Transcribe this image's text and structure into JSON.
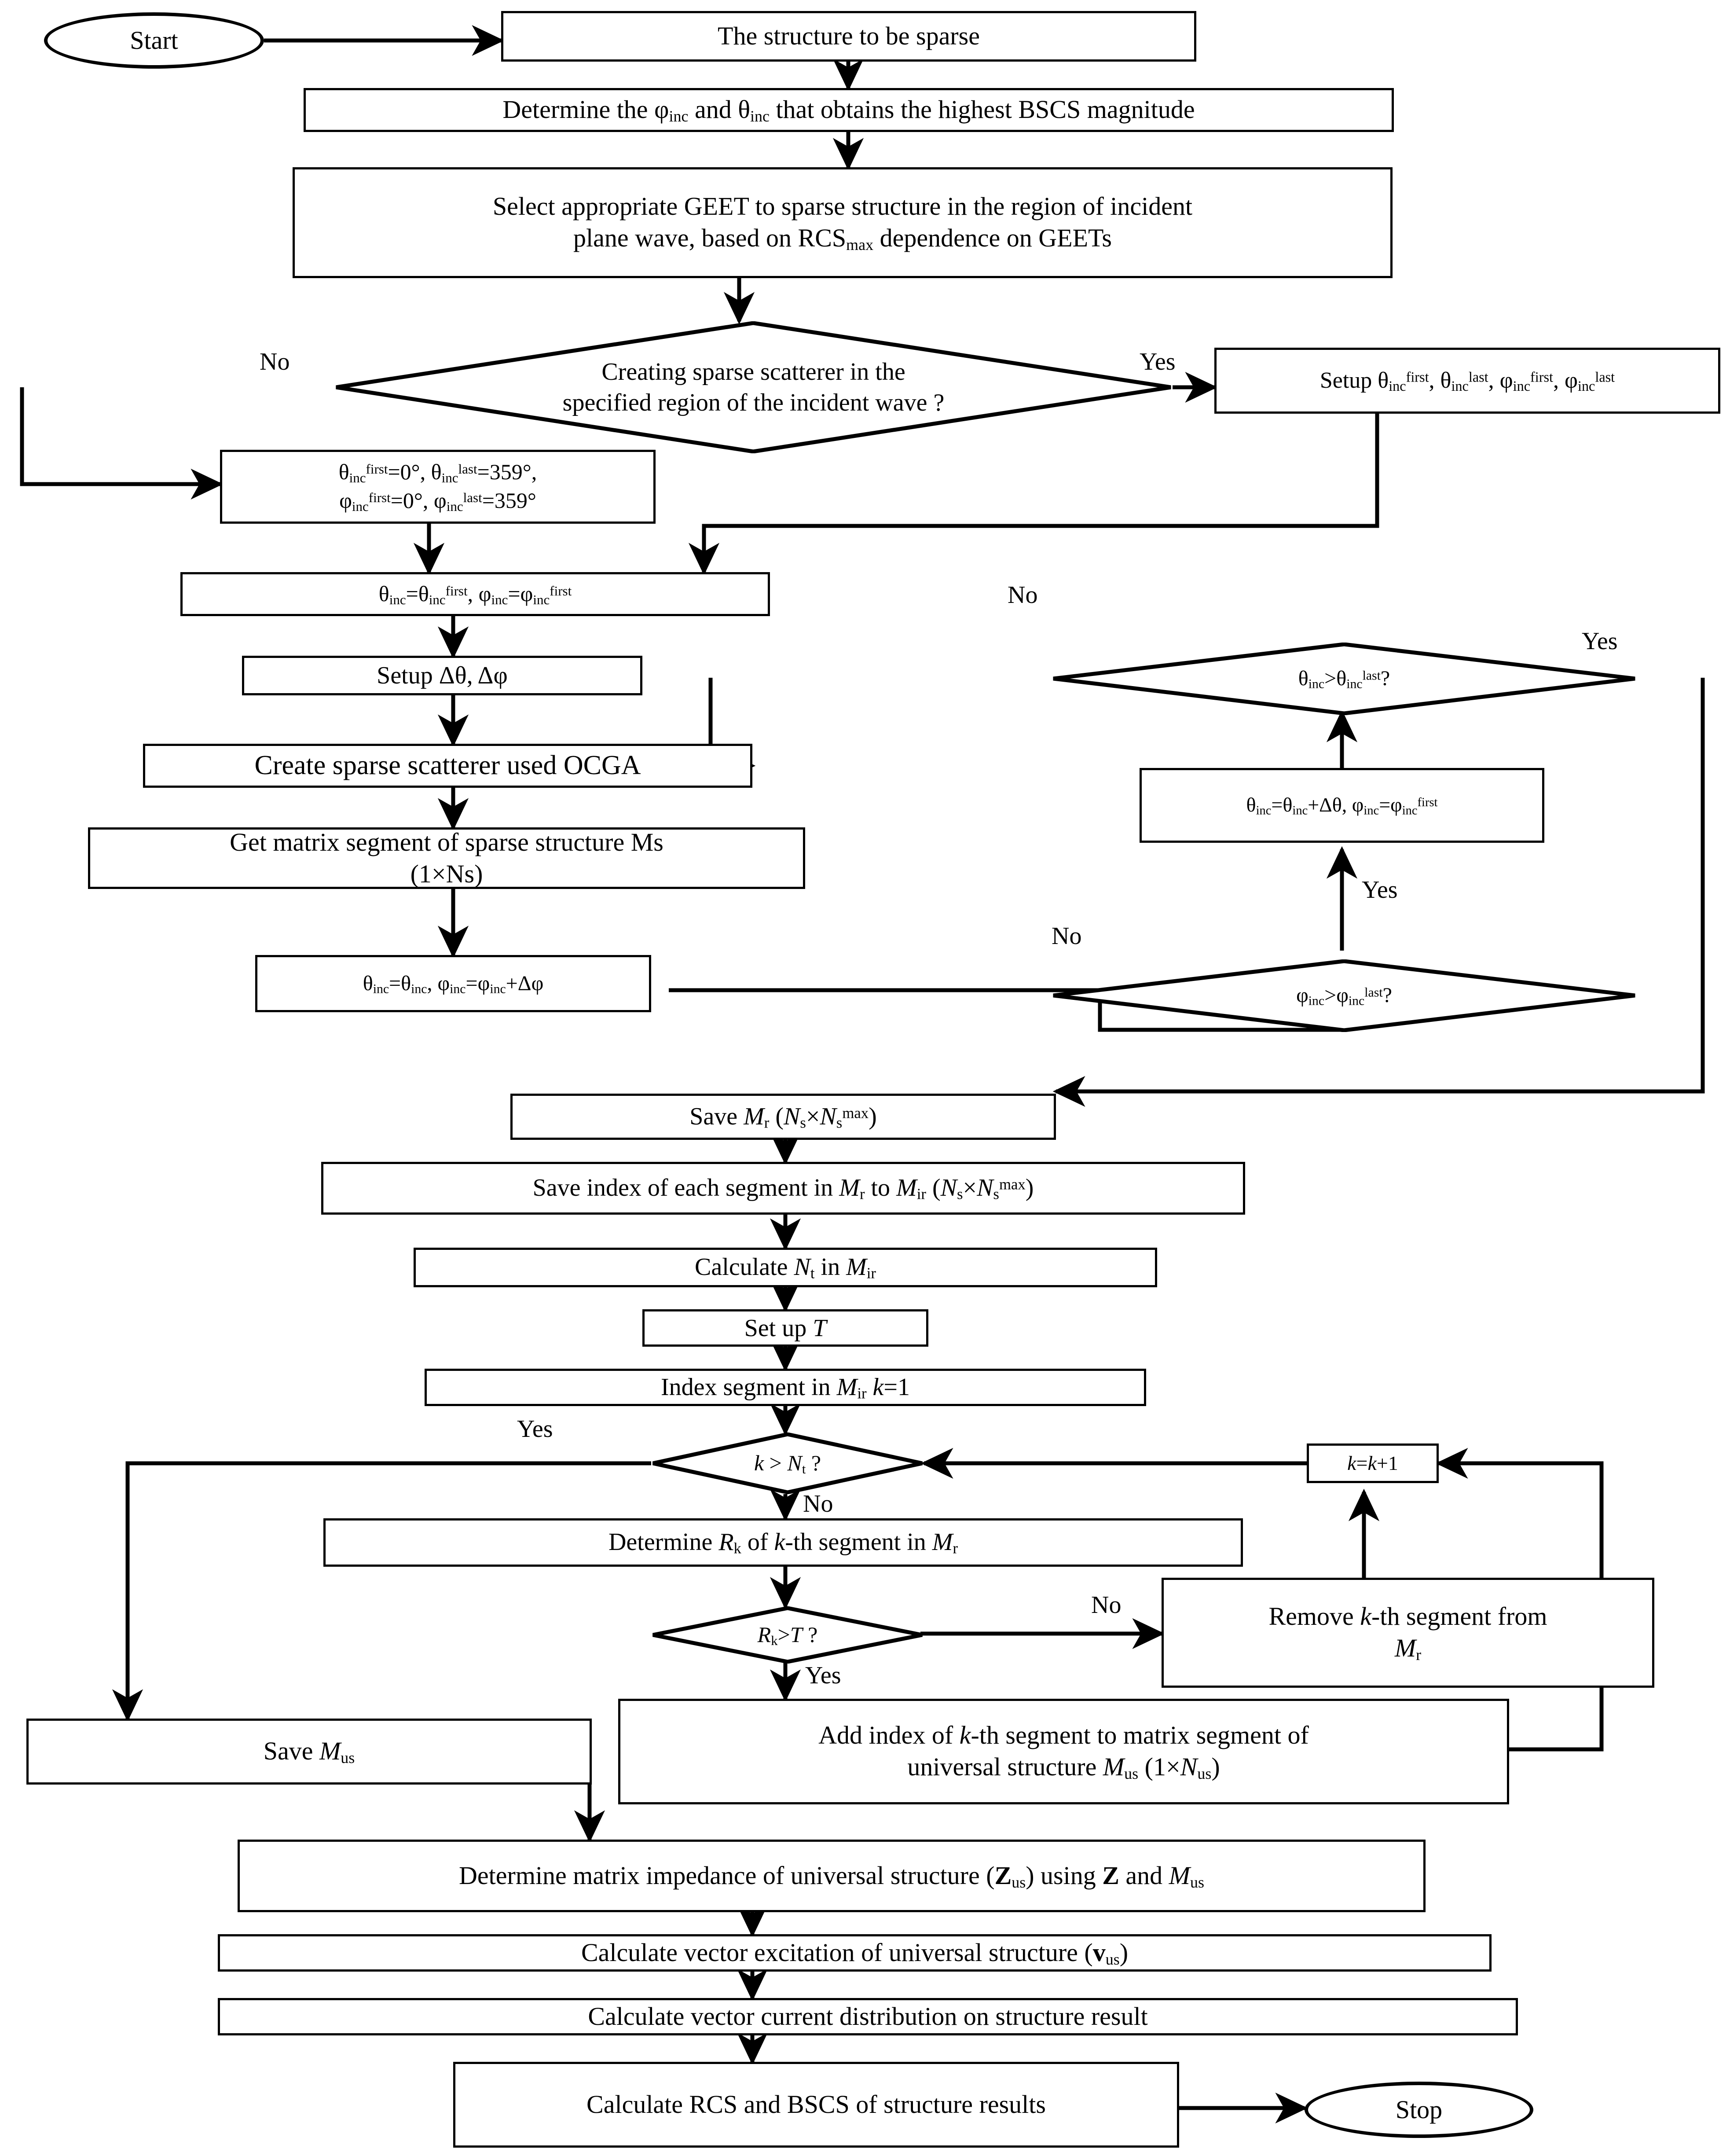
{
  "diagram": {
    "title": "Flowchart of sparse scatterer / universal structure synthesis algorithm",
    "stroke_color": "#000000",
    "background_color": "#ffffff"
  },
  "nodes": {
    "start": "Start",
    "stop": "Stop",
    "structure_to_be_sparse": "The structure to be sparse",
    "determine_phi_theta": "Determine the φinc and θinc that obtains the highest BSCS magnitude",
    "select_geet_line1": "Select appropriate GEET to sparse structure in the region of incident",
    "select_geet_line2": "plane wave, based on RCSmax dependence on GEETs",
    "creating_sparse_q_line1": "Creating sparse scatterer in the",
    "creating_sparse_q_line2": "specified region of the incident wave ?",
    "setup_inc_ranges": "Setup θincfirst, θinclast, φincfirst, φinclast",
    "default_ranges_line1": "θincfirst=0°, θinclast=359°,",
    "default_ranges_line2": "φincfirst=0°, φinclast=359°",
    "init_inc": "θinc=θincfirst, φinc=φincfirst",
    "setup_deltas": "Setup Δθ, Δφ",
    "create_sparse_ocga": "Create sparse scatterer used OCGA",
    "get_matrix_line1": "Get matrix segment of sparse structure Ms",
    "get_matrix_line2": "(1×Ns)",
    "inc_phi": "θinc=θinc, φinc=φinc+Δφ",
    "theta_gt_last": "θinc>θinclast?",
    "phi_gt_last": "φinc>φinclast?",
    "inc_theta_reset_phi": "θinc=θinc+Δθ, φinc=φincfirst",
    "save_mr": "Save Mr (Ns×Nsmax)",
    "save_index_mir": "Save index of each segment in Mr to Mir (Ns×Nsmax)",
    "calculate_nt": "Calculate Nt in Mir",
    "set_up_t": "Set up T",
    "index_segment": "Index segment in Mir k=1",
    "k_gt_nt": "k > Nt ?",
    "determine_rk": "Determine Rk of k-th segment in Mr",
    "rk_gt_t": "Rk>T ?",
    "remove_segment_line1": "Remove k-th segment from",
    "remove_segment_line2": "Mr",
    "k_increment": "k=k+1",
    "add_index_line1": "Add index of k-th segment to matrix segment of",
    "add_index_line2": "universal structure Mus (1×Nus)",
    "save_mus": "Save Mus",
    "determine_zus": "Determine matrix impedance of universal structure (Zus) using Z and Mus",
    "calculate_vus": "Calculate vector excitation of universal structure (vus)",
    "calculate_current": "Calculate vector current distribution on structure result",
    "calculate_rcs_bscs": "Calculate RCS and BSCS of structure results"
  },
  "edge_labels": {
    "creating_no": "No",
    "creating_yes": "Yes",
    "theta_no": "No",
    "theta_yes": "Yes",
    "phi_no": "No",
    "phi_yes": "Yes",
    "k_yes": "Yes",
    "k_no": "No",
    "rk_yes": "Yes",
    "rk_no": "No"
  }
}
